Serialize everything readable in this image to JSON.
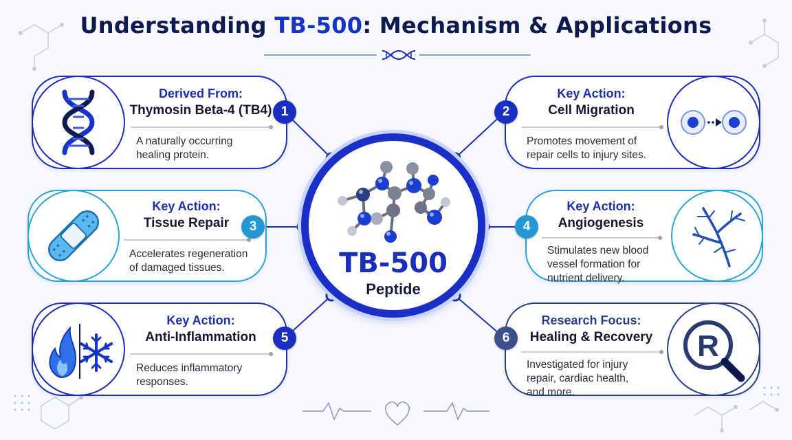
{
  "header": {
    "title_pre": "Understanding ",
    "title_accent": "TB-500",
    "title_post": ": Mechanism & Applications"
  },
  "center": {
    "title": "TB-500",
    "subtitle": "Peptide"
  },
  "cards": [
    {
      "number": "1",
      "label": "Derived From:",
      "heading": "Thymosin Beta-4 (TB4)",
      "desc": [
        "A naturally occurring",
        "healing protein."
      ],
      "icon": "dna-helix-icon"
    },
    {
      "number": "2",
      "label": "Key Action:",
      "heading": "Cell Migration",
      "desc": [
        "Promotes movement of",
        "repair cells to injury sites."
      ],
      "icon": "cell-migration-icon"
    },
    {
      "number": "3",
      "label": "Key Action:",
      "heading": "Tissue Repair",
      "desc": [
        "Accelerates regeneration",
        "of damaged tissues."
      ],
      "icon": "bandage-icon"
    },
    {
      "number": "4",
      "label": "Key Action:",
      "heading": "Angiogenesis",
      "desc": [
        "Stimulates new blood",
        "vessel formation for",
        "nutrient delivery."
      ],
      "icon": "blood-vessel-icon"
    },
    {
      "number": "5",
      "label": "Key Action:",
      "heading": "Anti-Inflammation",
      "desc": [
        "Reduces inflammatory",
        "responses."
      ],
      "icon": "flame-snowflake-icon"
    },
    {
      "number": "6",
      "label": "Research Focus:",
      "heading": "Healing & Recovery",
      "desc": [
        "Investigated for injury",
        "repair, cardiac health,",
        "and more."
      ],
      "icon": "research-magnifier-icon"
    }
  ],
  "colors": {
    "navy": "#1d2fb8",
    "teal": "#2ba3d6",
    "slate": "#3c4f8a",
    "title": "#0d1a4f"
  }
}
